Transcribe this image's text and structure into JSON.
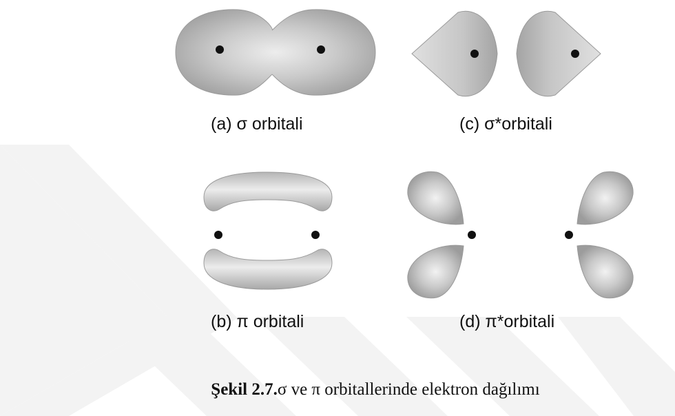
{
  "panels": [
    {
      "id": "a",
      "label": "(a) σ orbitali"
    },
    {
      "id": "c",
      "label": "(c) σ*orbitali"
    },
    {
      "id": "b",
      "label": "(b) π orbitali"
    },
    {
      "id": "d",
      "label": "(d) π*orbitali"
    }
  ],
  "caption": {
    "number": "Şekil 2.7.",
    "text": "σ ve  π  orbitallerinde elektron dağılımı"
  },
  "colors": {
    "orbital_dark": "#9a9a9a",
    "orbital_light": "#e4e4e4",
    "nucleus": "#111111",
    "watermark": "#f2f2f2"
  }
}
